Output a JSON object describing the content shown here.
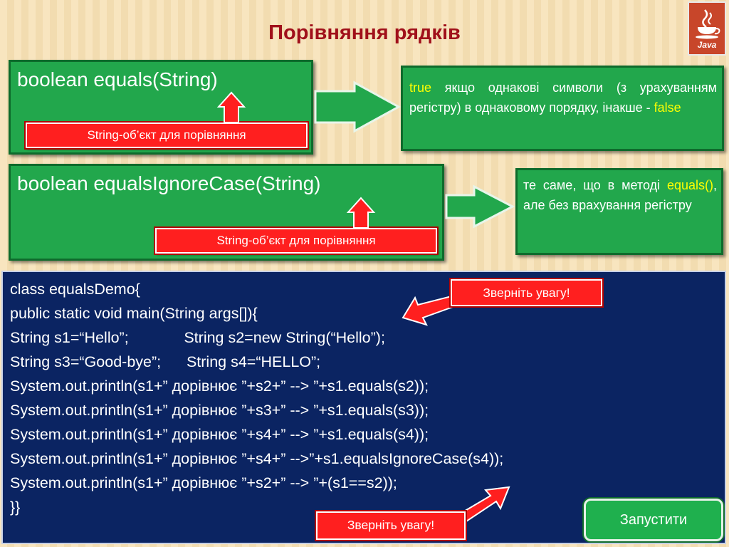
{
  "title": "Порівняння рядків",
  "logo_text": "Java",
  "methods": [
    {
      "signature": "boolean equals(String)",
      "param_label": "String-об’єкт для порівняння",
      "desc_parts": [
        "true",
        " якщо однакові символи (з урахуванням регістру) в однаковому порядку, інакше - ",
        "false"
      ]
    },
    {
      "signature": "boolean equalsIgnoreCase(String)",
      "param_label": "String-об’єкт для порівняння",
      "desc_parts": [
        "те саме, що в методі ",
        "equals()",
        ", але без врахування регістру"
      ]
    }
  ],
  "code_lines": [
    "class equalsDemo{",
    "public static void main(String args[]){",
    "String s1=“Hello”;             String s2=new String(“Hello”);",
    "String s3=“Good-bye”;      String s4=“HELLO”;",
    "System.out.println(s1+” дорівнює ”+s2+” --> ”+s1.equals(s2));",
    "System.out.println(s1+” дорівнює ”+s3+” --> ”+s1.equals(s3));",
    "System.out.println(s1+” дорівнює ”+s4+” --> ”+s1.equals(s4));",
    "System.out.println(s1+” дорівнює ”+s4+” -->”+s1.equalsIgnoreCase(s4));",
    "System.out.println(s1+” дорівнює ”+s2+” --> ”+(s1==s2));",
    "}}"
  ],
  "notes": {
    "top": "Зверніть увагу!",
    "bottom": "Зверніть увагу!"
  },
  "run_button": "Запустити",
  "colors": {
    "accent_green": "#22a74c",
    "highlight_yellow": "#ffff00",
    "alert_red": "#ff1f1f",
    "code_bg": "#0b2462",
    "title_red": "#a0101a"
  },
  "icons": [
    "coffee-cup-icon",
    "arrow-right-icon",
    "arrow-up-icon",
    "arrow-pointer-icon"
  ]
}
